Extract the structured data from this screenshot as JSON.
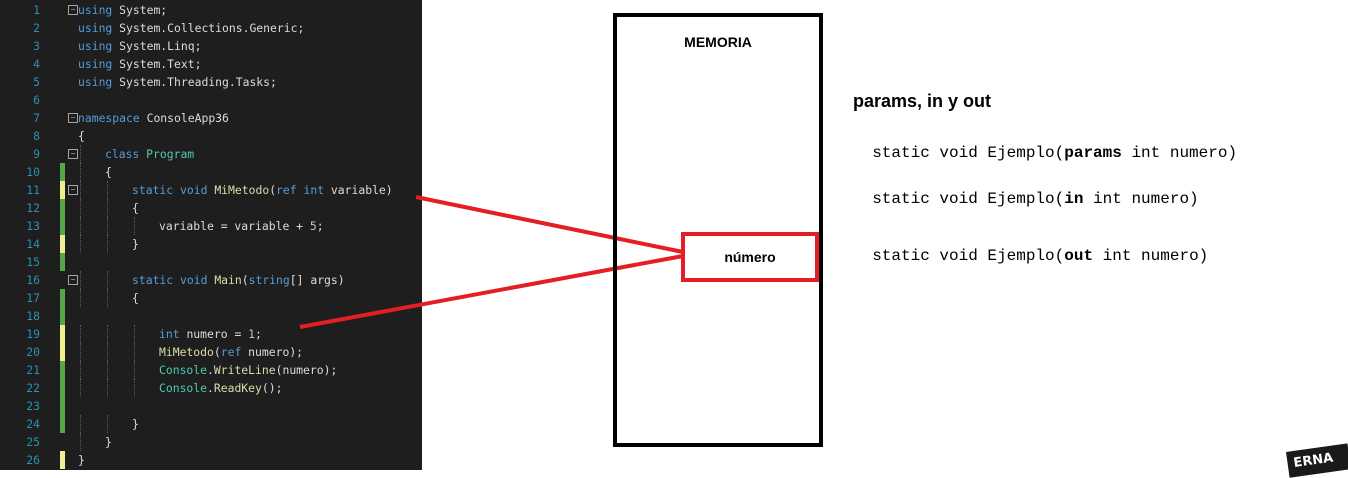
{
  "editor": {
    "lines": [
      {
        "n": "1",
        "indent": 0,
        "bar": "",
        "fold": "−",
        "parts": [
          [
            "kw",
            "using"
          ],
          [
            "",
            "System;"
          ]
        ]
      },
      {
        "n": "2",
        "indent": 0,
        "bar": "",
        "fold": "",
        "parts": [
          [
            "kw",
            "using"
          ],
          [
            "",
            "System.Collections.Generic;"
          ]
        ]
      },
      {
        "n": "3",
        "indent": 0,
        "bar": "",
        "fold": "",
        "parts": [
          [
            "kw",
            "using"
          ],
          [
            "",
            "System.Linq;"
          ]
        ]
      },
      {
        "n": "4",
        "indent": 0,
        "bar": "",
        "fold": "",
        "parts": [
          [
            "kw",
            "using"
          ],
          [
            "",
            "System.Text;"
          ]
        ]
      },
      {
        "n": "5",
        "indent": 0,
        "bar": "",
        "fold": "",
        "parts": [
          [
            "kw",
            "using"
          ],
          [
            "",
            "System.Threading.Tasks;"
          ]
        ]
      },
      {
        "n": "6",
        "indent": 0,
        "bar": "",
        "fold": "",
        "parts": []
      },
      {
        "n": "7",
        "indent": 0,
        "bar": "",
        "fold": "−",
        "parts": [
          [
            "kw",
            "namespace"
          ],
          [
            "",
            "ConsoleApp36"
          ]
        ]
      },
      {
        "n": "8",
        "indent": 0,
        "bar": "",
        "fold": "",
        "parts": [
          [
            "",
            "{"
          ]
        ]
      },
      {
        "n": "9",
        "indent": 1,
        "bar": "",
        "fold": "−",
        "parts": [
          [
            "kw",
            "class"
          ],
          [
            "ty",
            "Program"
          ]
        ]
      },
      {
        "n": "10",
        "indent": 1,
        "bar": "saved",
        "fold": "",
        "parts": [
          [
            "",
            "{"
          ]
        ]
      },
      {
        "n": "11",
        "indent": 2,
        "bar": "unsaved",
        "fold": "−",
        "parts": [
          [
            "kw",
            "static"
          ],
          [
            "kw",
            "void"
          ],
          [
            "mt",
            "MiMetodo"
          ],
          [
            "",
            "("
          ],
          [
            "kw",
            "ref"
          ],
          [
            "kw",
            "int"
          ],
          [
            "",
            "variable)"
          ]
        ]
      },
      {
        "n": "12",
        "indent": 2,
        "bar": "saved",
        "fold": "",
        "parts": [
          [
            "",
            "{"
          ]
        ]
      },
      {
        "n": "13",
        "indent": 3,
        "bar": "saved",
        "fold": "",
        "parts": [
          [
            "",
            "variable = variable + "
          ],
          [
            "nu",
            "5"
          ],
          [
            "",
            ";"
          ]
        ]
      },
      {
        "n": "14",
        "indent": 2,
        "bar": "unsaved",
        "fold": "",
        "parts": [
          [
            "",
            "}"
          ]
        ]
      },
      {
        "n": "15",
        "indent": 0,
        "bar": "saved",
        "fold": "",
        "parts": []
      },
      {
        "n": "16",
        "indent": 2,
        "bar": "",
        "fold": "−",
        "parts": [
          [
            "kw",
            "static"
          ],
          [
            "kw",
            "void"
          ],
          [
            "mt",
            "Main"
          ],
          [
            "",
            "("
          ],
          [
            "kw",
            "string"
          ],
          [
            "",
            "[] args)"
          ]
        ]
      },
      {
        "n": "17",
        "indent": 2,
        "bar": "saved",
        "fold": "",
        "parts": [
          [
            "",
            "{"
          ]
        ]
      },
      {
        "n": "18",
        "indent": 0,
        "bar": "saved",
        "fold": "",
        "parts": []
      },
      {
        "n": "19",
        "indent": 3,
        "bar": "unsaved",
        "fold": "",
        "parts": [
          [
            "kw",
            "int"
          ],
          [
            "",
            "numero = "
          ],
          [
            "nu",
            "1"
          ],
          [
            "",
            ";"
          ]
        ]
      },
      {
        "n": "20",
        "indent": 3,
        "bar": "unsaved",
        "fold": "",
        "parts": [
          [
            "mt",
            "MiMetodo"
          ],
          [
            "",
            "("
          ],
          [
            "kw",
            "ref"
          ],
          [
            "",
            "numero);"
          ]
        ]
      },
      {
        "n": "21",
        "indent": 3,
        "bar": "saved",
        "fold": "",
        "parts": [
          [
            "ty",
            "Console"
          ],
          [
            "",
            "."
          ],
          [
            "mt",
            "WriteLine"
          ],
          [
            "",
            "(numero);"
          ]
        ]
      },
      {
        "n": "22",
        "indent": 3,
        "bar": "saved",
        "fold": "",
        "parts": [
          [
            "ty",
            "Console"
          ],
          [
            "",
            "."
          ],
          [
            "mt",
            "ReadKey"
          ],
          [
            "",
            "();"
          ]
        ]
      },
      {
        "n": "23",
        "indent": 0,
        "bar": "saved",
        "fold": "",
        "parts": []
      },
      {
        "n": "24",
        "indent": 2,
        "bar": "saved",
        "fold": "",
        "parts": [
          [
            "",
            "}"
          ]
        ]
      },
      {
        "n": "25",
        "indent": 1,
        "bar": "",
        "fold": "",
        "parts": [
          [
            "",
            "}"
          ]
        ]
      },
      {
        "n": "26",
        "indent": 0,
        "bar": "unsaved",
        "fold": "",
        "parts": [
          [
            "",
            "}"
          ]
        ]
      }
    ]
  },
  "memory": {
    "title": "MEMORIA",
    "variable_label": "número"
  },
  "section": {
    "title": "params, in y out",
    "signatures": [
      {
        "before": "static void Ejemplo(",
        "keyword": "params",
        "after": " int numero)"
      },
      {
        "before": "static void Ejemplo(",
        "keyword": "in",
        "after": " int numero)"
      },
      {
        "before": "static void Ejemplo(",
        "keyword": "out",
        "after": " int numero)"
      }
    ]
  },
  "logo_text": "ERNA",
  "colors": {
    "arrow": "#e31e25",
    "editor_bg": "#1e1e1e",
    "keyword": "#569cd6",
    "type": "#4ec9b0",
    "method": "#dcdcaa",
    "number": "#b5cea8"
  }
}
